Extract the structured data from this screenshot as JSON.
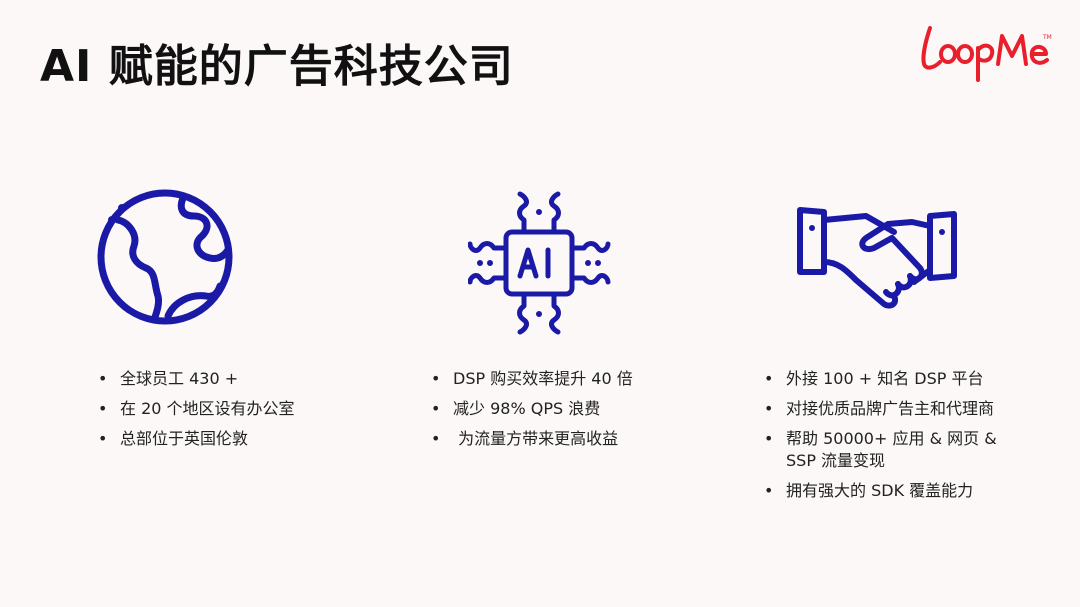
{
  "slide": {
    "title": "AI 赋能的广告科技公司",
    "logo_text": "LoopMe",
    "logo_tm": "TM",
    "accent_color": "#e8202b",
    "icon_color": "#1a1aa6"
  },
  "icons": [
    "globe-icon",
    "ai-chip-icon",
    "handshake-icon"
  ],
  "columns": [
    {
      "items": [
        "全球员工 430 +",
        "在 20 个地区设有办公室",
        "总部位于英国伦敦"
      ]
    },
    {
      "items": [
        "DSP 购买效率提升 40 倍",
        "减少 98% QPS 浪费",
        " 为流量方带来更高收益"
      ]
    },
    {
      "items": [
        "外接 100 + 知名 DSP 平台",
        "对接优质品牌广告主和代理商",
        "帮助 50000+ 应用 & 网页 & SSP 流量变现",
        "拥有强大的 SDK 覆盖能力"
      ]
    }
  ]
}
